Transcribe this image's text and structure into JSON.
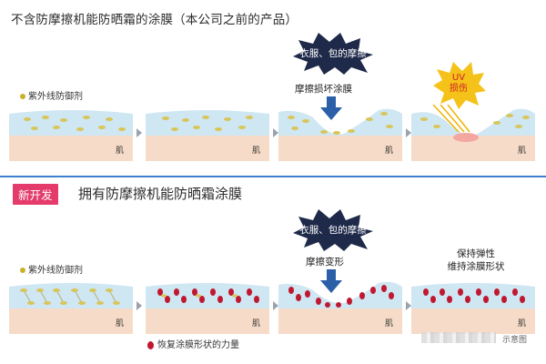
{
  "header": {
    "title_old": "不含防摩擦机能防晒霜的涂膜（本公司之前的产品）",
    "badge_new": "新开发",
    "title_new": "拥有防摩擦机能防晒霜涂膜"
  },
  "legend": {
    "uv_agent_top": "紫外线防御剂",
    "uv_agent_bottom": "紫外线防御剂",
    "restoring_force": "恢复涂膜形状的力量"
  },
  "panels": {
    "skin_label": "肌"
  },
  "old_row": {
    "friction_burst": "衣服、包的摩擦",
    "friction_damage": "摩擦损坏涂膜",
    "uv_burst_line1": "UV",
    "uv_burst_line2": "损伤"
  },
  "new_row": {
    "friction_burst": "衣服、包的摩擦",
    "friction_deform": "摩擦变形",
    "elastic_line1": "保持弹性",
    "elastic_line2": "维持涂膜形状"
  },
  "footer": {
    "caption": "示意图"
  },
  "colors": {
    "divider": "#3f7fd0",
    "badge": "#e43b6a",
    "film": "#cfe6f3",
    "skin": "#f6dcc8",
    "dark_burst": "#1f2a4a",
    "uv_burst": "#f5c21a",
    "red_particle": "#c01830",
    "uv_particle": "#c9b02a"
  }
}
